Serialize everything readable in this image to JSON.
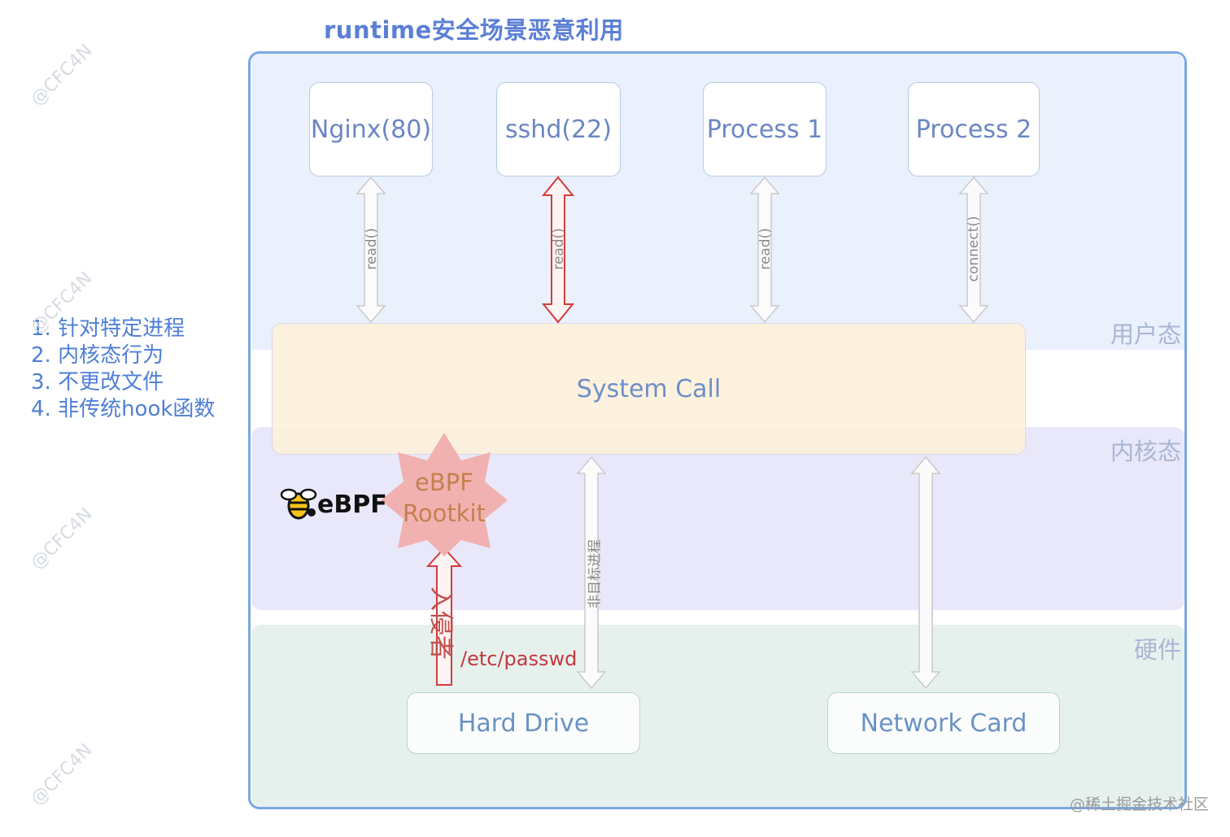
{
  "title": "runtime安全场景恶意利用",
  "layers": {
    "user": "用户态",
    "kernel": "内核态",
    "hardware": "硬件"
  },
  "processes": [
    "Nginx(80)",
    "sshd(22)",
    "Process 1",
    "Process 2"
  ],
  "arrow_labels": [
    "read()",
    "read()",
    "read()",
    "connect()"
  ],
  "system_call": "System Call",
  "hardware": {
    "drive": "Hard Drive",
    "network": "Network Card"
  },
  "non_target_label": "非目标进程",
  "ebpf_logo_text": "eBPF",
  "rootkit": {
    "line1": "eBPF",
    "line2": "Rootkit"
  },
  "attacker_label": "入侵者",
  "target_file": "/etc/passwd",
  "notes": [
    "1. 针对特定进程",
    "2. 内核态行为",
    "3. 不更改文件",
    "4. 非传统hook函数"
  ],
  "footer": "@稀土掘金技术社区",
  "watermark": "@CFC4N",
  "colors": {
    "accent": "#5b7fd6",
    "frame": "#7aa7e0",
    "attack": "#c0393b",
    "rootkit": "#f2b1b1"
  }
}
